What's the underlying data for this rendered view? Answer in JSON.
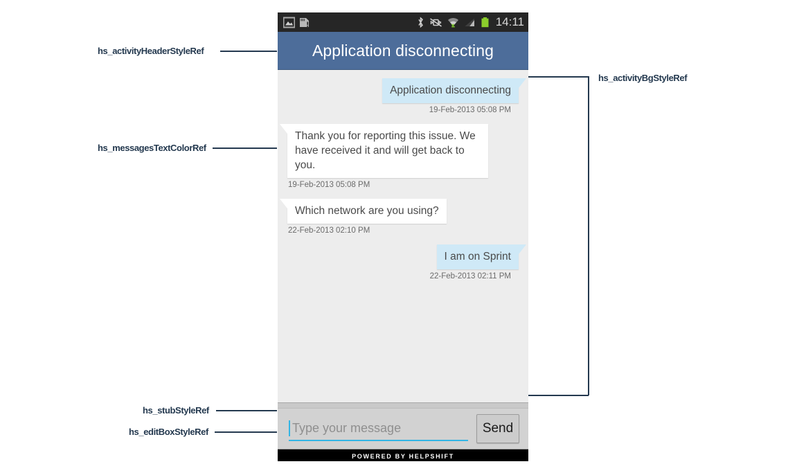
{
  "phone": {
    "status_bar": {
      "icons_left": [
        "gallery-icon",
        "sdcard-warning-icon"
      ],
      "icons_right": [
        "bluetooth-icon",
        "vibrate-mute-icon",
        "wifi-icon",
        "cell-signal-icon",
        "battery-icon"
      ],
      "time": "14:11"
    },
    "header": {
      "title": "Application disconnecting"
    },
    "conversation": [
      {
        "direction": "out",
        "text": "Application disconnecting",
        "timestamp": "19-Feb-2013 05:08 PM"
      },
      {
        "direction": "in",
        "text": "Thank you for reporting this issue. We have received it and will get back to you.",
        "timestamp": "19-Feb-2013 05:08 PM"
      },
      {
        "direction": "in",
        "text": "Which network are you using?",
        "timestamp": "22-Feb-2013 02:10 PM"
      },
      {
        "direction": "out",
        "text": "I am on Sprint",
        "timestamp": "22-Feb-2013 02:11 PM"
      }
    ],
    "compose": {
      "placeholder": "Type your message",
      "value": "",
      "send_label": "Send"
    },
    "footer": {
      "text": "POWERED BY HELPSHIFT"
    }
  },
  "annotations": {
    "left": [
      {
        "label": "hs_activityHeaderStyleRef"
      },
      {
        "label": "hs_messagesTextColorRef"
      },
      {
        "label": "hs_stubStyleRef"
      },
      {
        "label": "hs_editBoxStyleRef"
      }
    ],
    "right": [
      {
        "label": "hs_activityBgStyleRef"
      }
    ]
  },
  "colors": {
    "header_bg": "#4d6d9a",
    "activity_bg": "#ededed",
    "outgoing_bubble": "#cfe9f7",
    "incoming_bubble": "#ffffff",
    "message_text": "#4a4a4a",
    "annotation": "#24394f",
    "editbox_accent": "#33b5e5"
  }
}
